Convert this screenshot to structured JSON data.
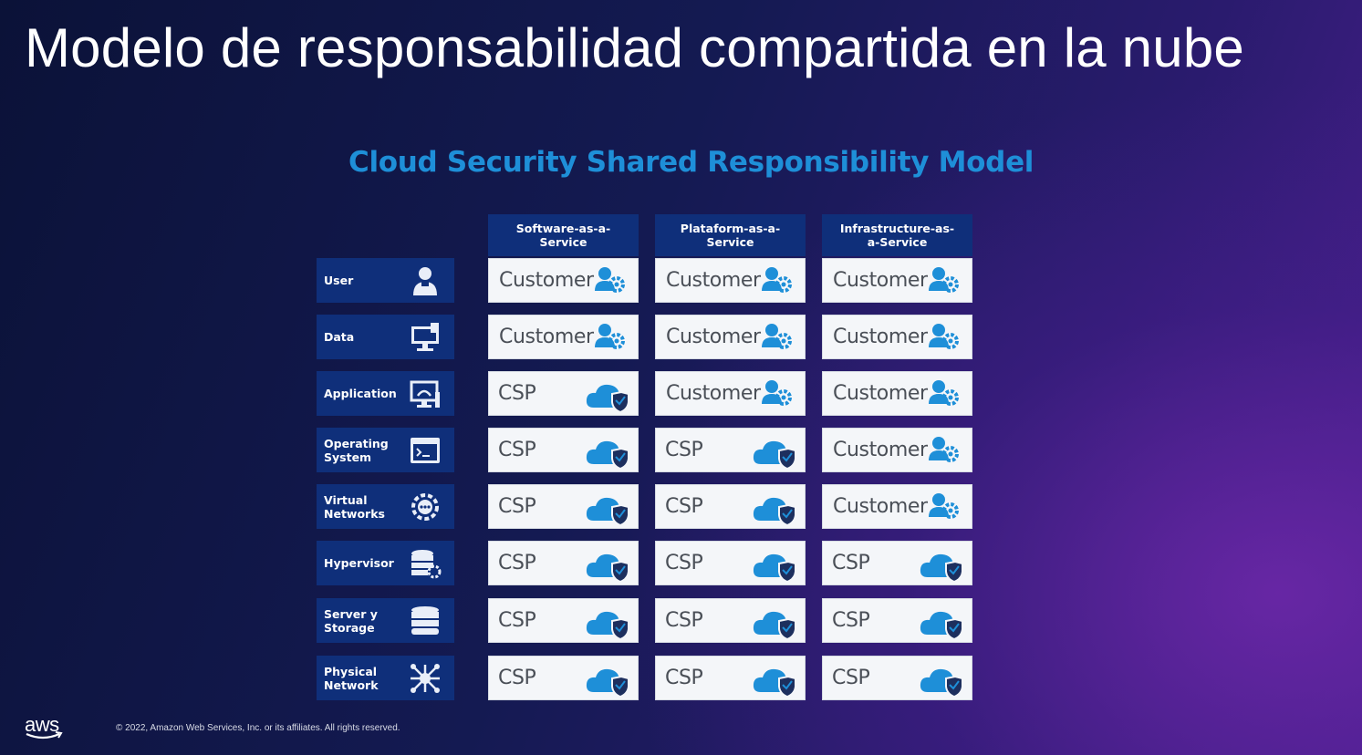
{
  "slide": {
    "title": "Modelo de responsabilidad compartida en la nube",
    "copyright": "© 2022, Amazon Web Services, Inc. or its affiliates. All rights reserved.",
    "logo_text": "aws"
  },
  "diagram": {
    "title": "Cloud Security Shared Responsibility Model",
    "columns": [
      "Software-as-a-Service",
      "Plataform-as-a-Service",
      "Infrastructure-as-a-Service"
    ],
    "rows": [
      {
        "label": "User",
        "icon": "user-icon",
        "cells": [
          "Customer",
          "Customer",
          "Customer"
        ]
      },
      {
        "label": "Data",
        "icon": "data-monitor-icon",
        "cells": [
          "Customer",
          "Customer",
          "Customer"
        ]
      },
      {
        "label": "Application",
        "icon": "application-icon",
        "cells": [
          "CSP",
          "Customer",
          "Customer"
        ]
      },
      {
        "label": "Operating System",
        "icon": "terminal-icon",
        "cells": [
          "CSP",
          "CSP",
          "Customer"
        ]
      },
      {
        "label": "Virtual Networks",
        "icon": "network-gear-icon",
        "cells": [
          "CSP",
          "CSP",
          "Customer"
        ]
      },
      {
        "label": "Hypervisor",
        "icon": "database-gear-icon",
        "cells": [
          "CSP",
          "CSP",
          "CSP"
        ]
      },
      {
        "label": "Server y Storage",
        "icon": "database-icon",
        "cells": [
          "CSP",
          "CSP",
          "CSP"
        ]
      },
      {
        "label": "Physical Network",
        "icon": "hub-icon",
        "cells": [
          "CSP",
          "CSP",
          "CSP"
        ]
      }
    ]
  },
  "colors": {
    "accent_blue": "#1e8fd8",
    "header_bg": "#0f2f7a",
    "cell_bg": "#f4f6f9",
    "cell_text": "#4a4f57"
  }
}
